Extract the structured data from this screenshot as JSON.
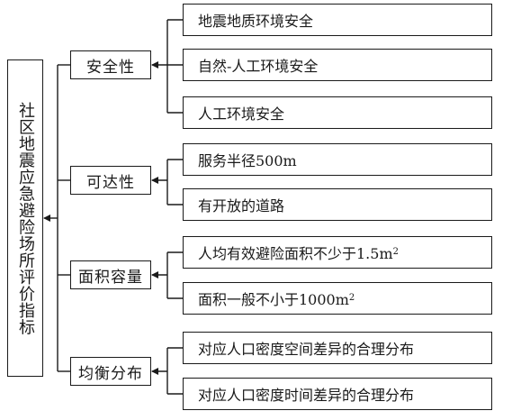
{
  "root": {
    "label": "社区地震应急避险场所评价指标"
  },
  "categories": [
    {
      "label": "安全性",
      "items": [
        {
          "text": "地震地质环境安全",
          "sup": ""
        },
        {
          "text": "自然-人工环境安全",
          "sup": ""
        },
        {
          "text": "人工环境安全",
          "sup": ""
        }
      ]
    },
    {
      "label": "可达性",
      "items": [
        {
          "text": "服务半径500m",
          "sup": ""
        },
        {
          "text": "有开放的道路",
          "sup": ""
        }
      ]
    },
    {
      "label": "面积容量",
      "items": [
        {
          "text": "人均有效避险面积不少于1.5m",
          "sup": "2"
        },
        {
          "text": "面积一般不小于1000m",
          "sup": "2"
        }
      ]
    },
    {
      "label": "均衡分布",
      "items": [
        {
          "text": "对应人口密度空间差异的合理分布",
          "sup": ""
        },
        {
          "text": "对应人口密度时间差异的合理分布",
          "sup": ""
        }
      ]
    }
  ]
}
